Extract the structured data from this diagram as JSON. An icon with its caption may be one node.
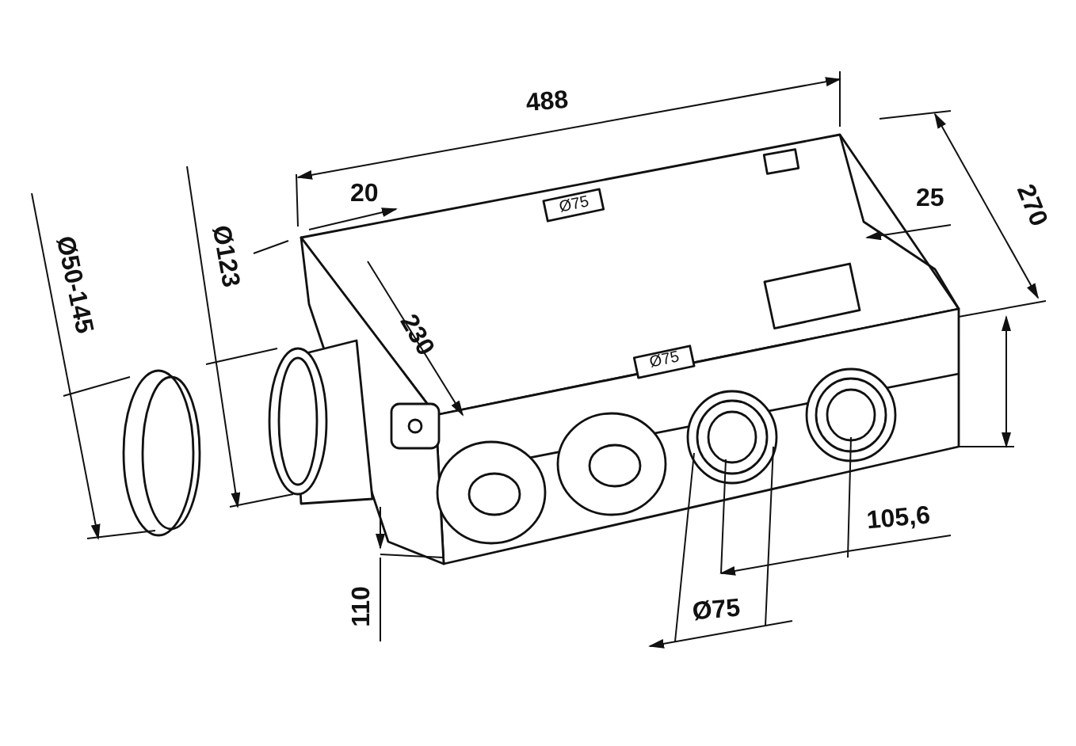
{
  "diagram": {
    "labels": [
      "488",
      "20",
      "Ø75",
      "25",
      "270",
      "Ø50-145",
      "Ø123",
      "230",
      "Ø75",
      "110",
      "105,6",
      "Ø75"
    ]
  }
}
